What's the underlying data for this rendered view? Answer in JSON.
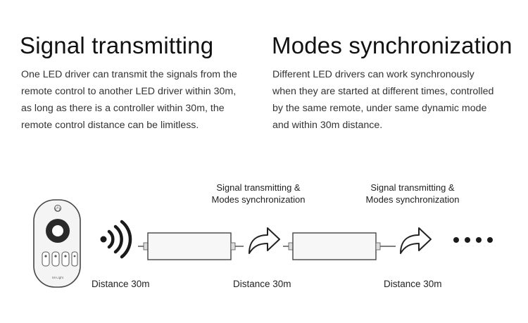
{
  "left_section": {
    "title": "Signal transmitting",
    "lines": [
      "One LED driver can transmit the signals from the",
      "remote control to another LED driver within 30m,",
      "as long as there is a controller within 30m, the",
      "remote control distance can be limitless."
    ]
  },
  "right_section": {
    "title": "Modes synchronization",
    "lines": [
      "Different LED drivers can work synchronously",
      "when they are started at different times, controlled",
      "by the same remote, under same dynamic mode",
      "and within 30m distance."
    ]
  },
  "diagram": {
    "remote_brand": "Mi·Light",
    "distances": [
      "Distance 30m",
      "Distance 30m",
      "Distance 30m"
    ],
    "captions": [
      {
        "line1": "Signal transmitting &",
        "line2": "Modes synchronization"
      },
      {
        "line1": "Signal transmitting &",
        "line2": "Modes synchronization"
      }
    ],
    "continuation": "••••"
  }
}
